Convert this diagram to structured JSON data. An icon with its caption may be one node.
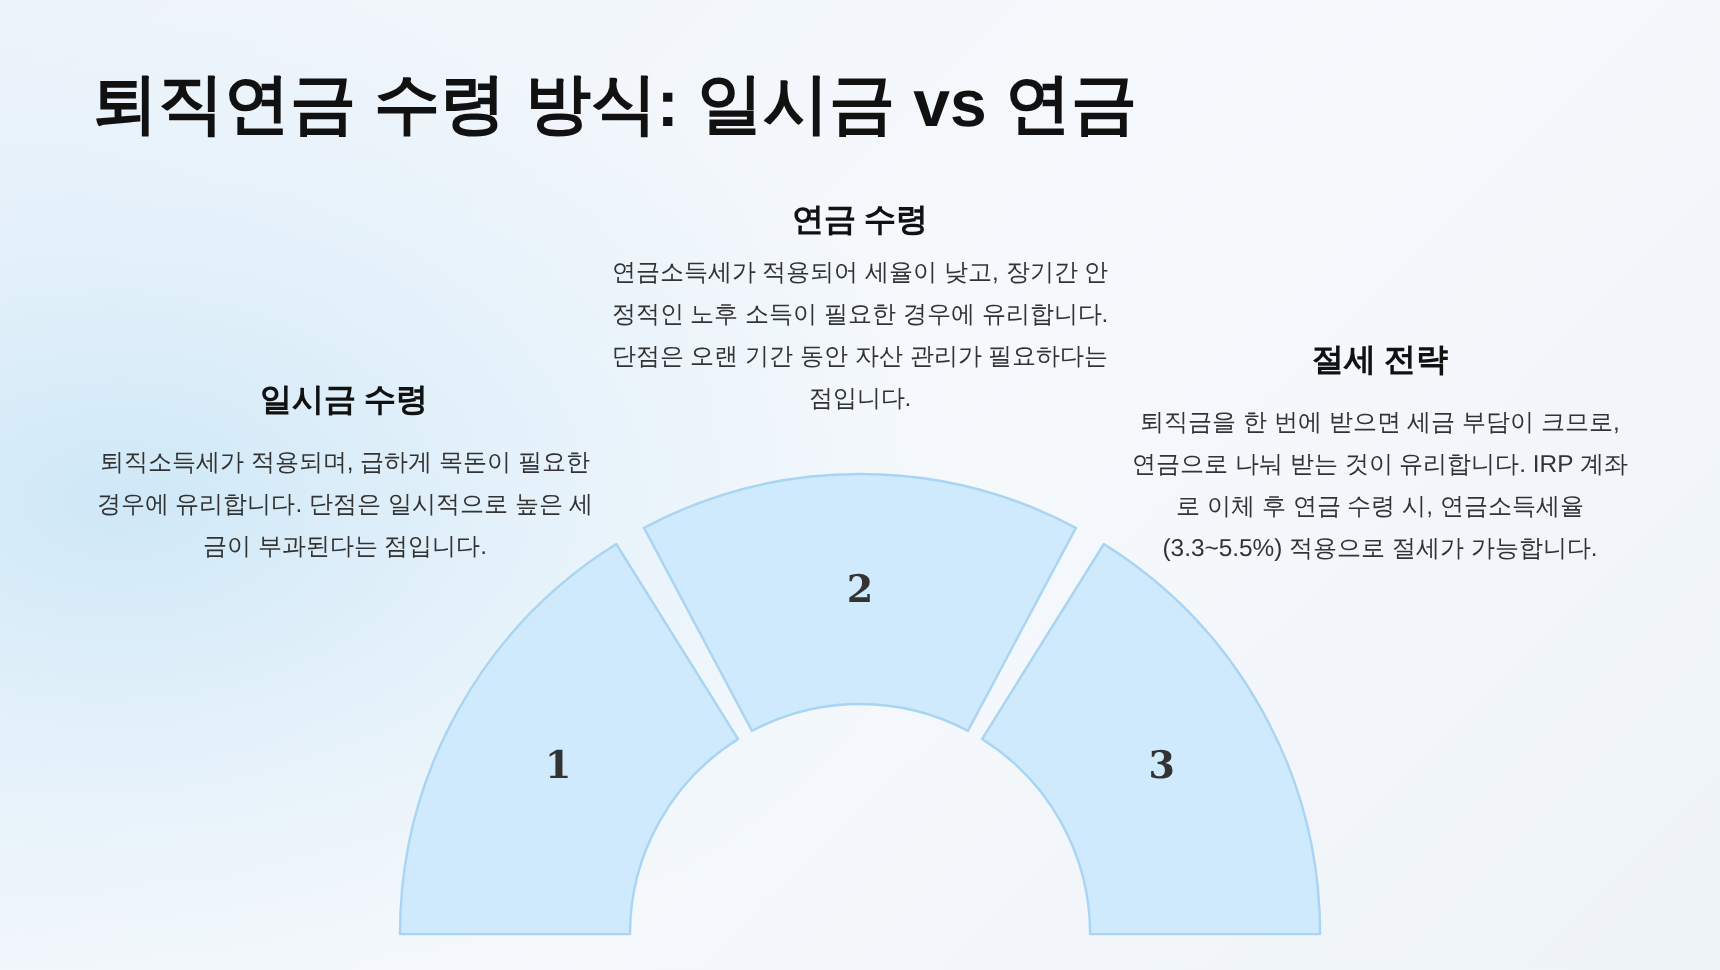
{
  "diagram": {
    "title": "퇴직연금 수령 방식: 일시금 vs 연금",
    "nodes": [
      {
        "text": [
          "1"
        ]
      },
      {
        "text": [
          "2"
        ]
      },
      {
        "text": [
          "3"
        ]
      }
    ],
    "labels": [
      "연금 수령",
      "연금소득세가 적용되어 세율이 낮고, 장기간 안정적인 노후 소득이 필요한 경우에 유리합니다. 단점은 오랜 기간 동안 자산 관리가 필요하다는 점입니다.",
      "절세 전략",
      "퇴직금을 한 번에 받으면 세금 부담이 크므로, 연금으로 나눠 받는 것이 유리합니다. IRP 계좌로 이체 후 연금 수령 시, 연금소득세율(3.3~5.5%) 적용으로 절세가 가능합니다.",
      "일시금 수령",
      "퇴직소득세가 적용되며, 급하게 목돈이 필요한 경우에 유리합니다. 단점은 일시적으로 높은 세금이 부과된다는 점입니다."
    ]
  }
}
